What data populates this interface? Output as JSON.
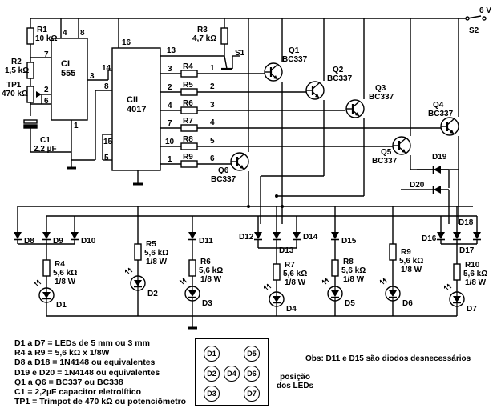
{
  "ic1": {
    "name": "CI",
    "part": "555",
    "pins": [
      "4",
      "8",
      "7",
      "3",
      "6",
      "2",
      "1"
    ]
  },
  "ic2": {
    "name": "CII",
    "part": "4017",
    "pins": [
      "16",
      "13",
      "14",
      "8",
      "3",
      "2",
      "4",
      "7",
      "10",
      "1",
      "15",
      "5"
    ]
  },
  "resistors": {
    "r1": {
      "name": "R1",
      "value": "10 kΩ"
    },
    "r2": {
      "name": "R2",
      "value": "1,5 kΩ"
    },
    "tp1": {
      "name": "TP1",
      "value": "470 kΩ"
    },
    "c1": {
      "name": "C1",
      "value": "2,2 µF"
    },
    "r3": {
      "name": "R3",
      "value": "4,7 kΩ"
    },
    "rbase": [
      "R4",
      "R5",
      "R6",
      "R7",
      "R8",
      "R9"
    ],
    "out_pins": [
      "1",
      "2",
      "3",
      "4",
      "5",
      "6"
    ]
  },
  "switches": {
    "s1": "S1",
    "s2": "S2",
    "supply": "6 V"
  },
  "transistors": [
    {
      "name": "Q1",
      "type": "BC337"
    },
    {
      "name": "Q2",
      "type": "BC337"
    },
    {
      "name": "Q3",
      "type": "BC337"
    },
    {
      "name": "Q4",
      "type": "BC337"
    },
    {
      "name": "Q5",
      "type": "BC337"
    },
    {
      "name": "Q6",
      "type": "BC337"
    }
  ],
  "diodes": [
    "D8",
    "D9",
    "D10",
    "D11",
    "D12",
    "D13",
    "D14",
    "D15",
    "D16",
    "D17",
    "D18",
    "D19",
    "D20"
  ],
  "led_resistors": [
    {
      "name": "R4",
      "value": "5,6 kΩ",
      "power": "1/8 W"
    },
    {
      "name": "R5",
      "value": "5,6 kΩ",
      "power": "1/8 W"
    },
    {
      "name": "R6",
      "value": "5,6 kΩ",
      "power": "1/8 W"
    },
    {
      "name": "R7",
      "value": "5,6 kΩ",
      "power": "1/8 W"
    },
    {
      "name": "R8",
      "value": "5,6 kΩ",
      "power": "1/8 W"
    },
    {
      "name": "R9",
      "value": "5,6 kΩ",
      "power": "1/8 W"
    },
    {
      "name": "R10",
      "value": "5,6 kΩ",
      "power": "1/8 W"
    }
  ],
  "leds": [
    "D1",
    "D2",
    "D3",
    "D4",
    "D5",
    "D6",
    "D7"
  ],
  "legend": [
    "D1 a D7 = LEDs de 5 mm  ou 3 mm",
    "R4 a R9 = 5,6 kΩ x 1/8W",
    "D8 a D18 = 1N4148 ou equivalentes",
    "D19 e D20 = 1N4148 ou equivalentes",
    "Q1 a Q6 = BC337 ou BC338",
    "C1 = 2,2µF capacitor eletrolítico",
    "TP1 = Trimpot de 470 kΩ ou potenciômetro"
  ],
  "obs": "Obs: D11 e D15 são diodos desnecessários",
  "led_position_caption": [
    "posição",
    "dos LEDs"
  ],
  "led_panel": [
    "D1",
    "D5",
    "D2",
    "D4",
    "D6",
    "D3",
    "D7"
  ]
}
